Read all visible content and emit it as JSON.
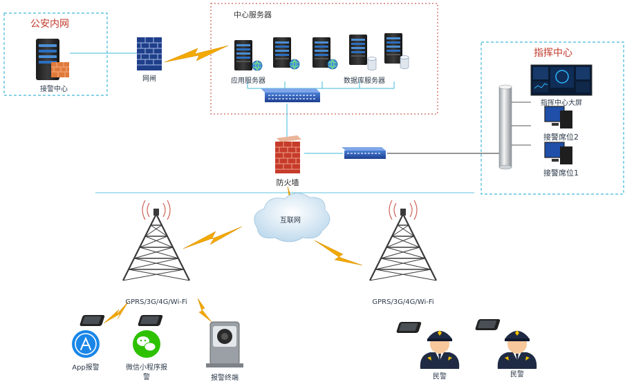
{
  "zones": {
    "police_intranet": "公安内网",
    "central_servers": "中心服务器",
    "command_center": "指挥中心"
  },
  "nodes": {
    "reception_center": "接警中心",
    "gateway": "网闸",
    "app_server": "应用服务器",
    "database_server": "数据库服务器",
    "firewall": "防火墙",
    "command_screen": "指挥中心大屏",
    "seat_2": "接警席位2",
    "seat_1": "接警席位1",
    "internet": "互联网",
    "tower_left": "GPRS/3G/4G/Wi-Fi",
    "tower_right": "GPRS/3G/4G/Wi-Fi",
    "app_report": "App报警",
    "wechat_line1": "微信小程序报",
    "wechat_line2": "警",
    "alarm_terminal": "报警终端",
    "officer_1": "民警",
    "officer_2": "民警"
  },
  "colors": {
    "zone_border_cyan": "#3fb8d8",
    "zone_border_red": "#c0392b",
    "link": "#3fb8d8",
    "lightning": "#f2a900",
    "title_red": "#c0392b"
  }
}
